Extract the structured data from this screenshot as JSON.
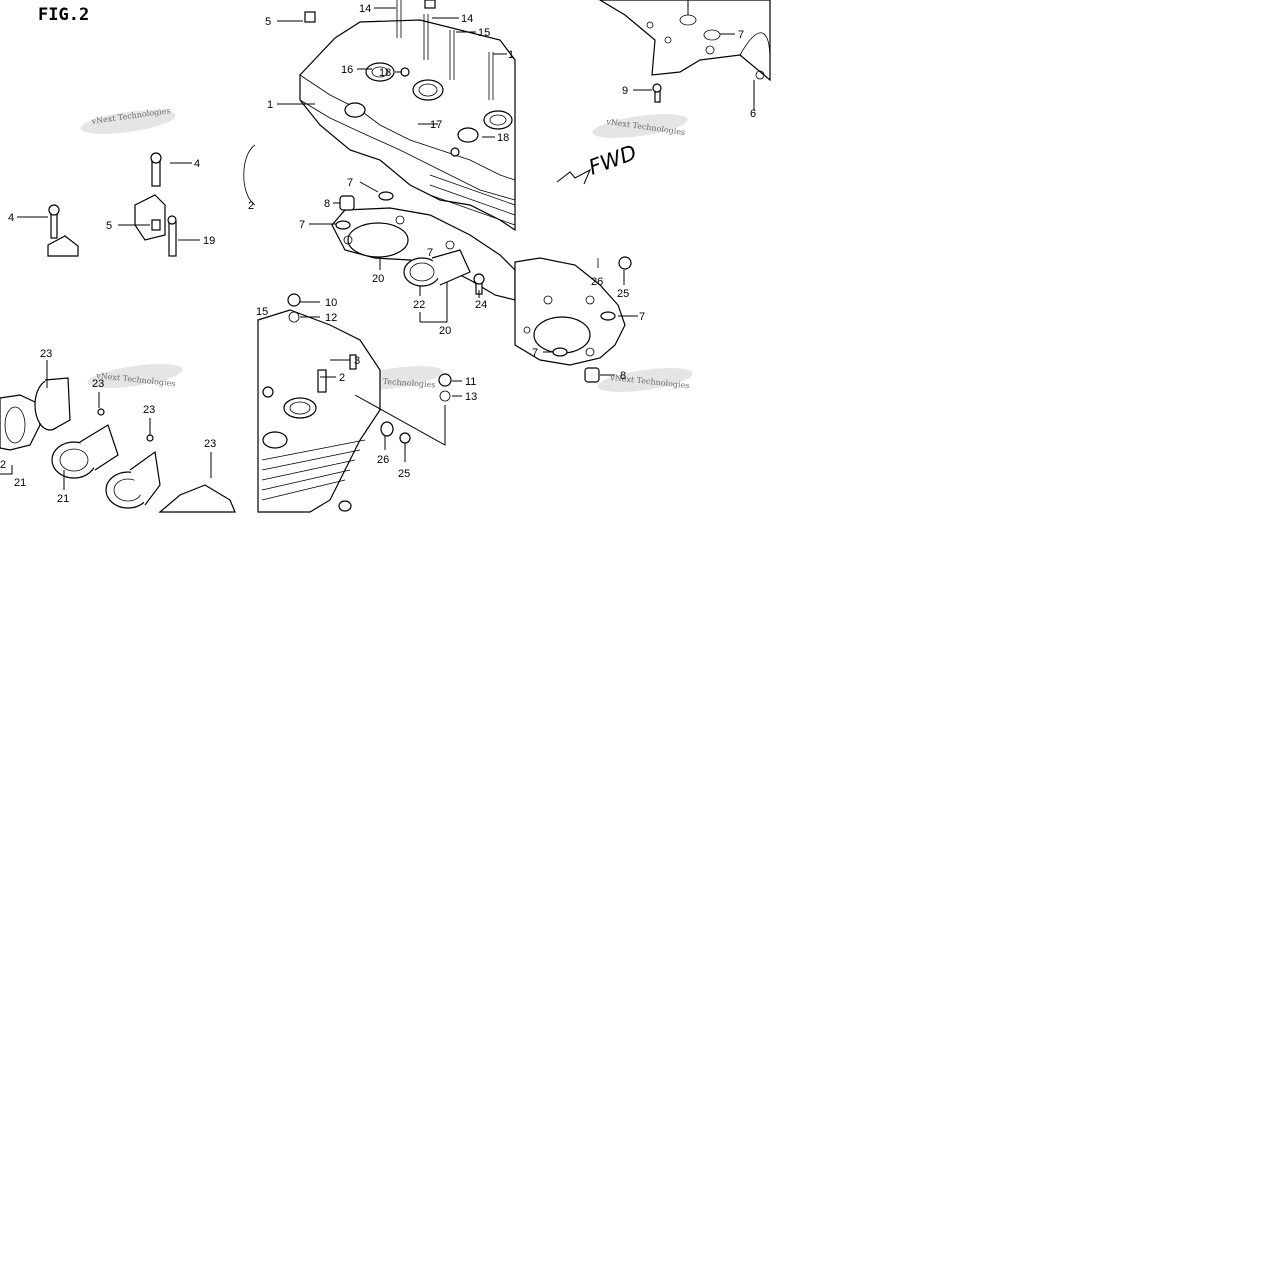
{
  "figure": {
    "title": "FIG.2",
    "fwd_label": "FWD"
  },
  "watermark": {
    "text": "vNext Technologies"
  },
  "callouts": [
    {
      "id": "c1",
      "label": "1"
    },
    {
      "id": "c5a",
      "label": "5"
    },
    {
      "id": "c14a",
      "label": "14"
    },
    {
      "id": "c14b",
      "label": "14"
    },
    {
      "id": "c15a",
      "label": "15"
    },
    {
      "id": "c1b",
      "label": "1"
    },
    {
      "id": "c16",
      "label": "16"
    },
    {
      "id": "c18a",
      "label": "18"
    },
    {
      "id": "c17",
      "label": "17"
    },
    {
      "id": "c18b",
      "label": "18"
    },
    {
      "id": "c4a",
      "label": "4"
    },
    {
      "id": "c4b",
      "label": "4"
    },
    {
      "id": "c5b",
      "label": "5"
    },
    {
      "id": "c19",
      "label": "19"
    },
    {
      "id": "c2a",
      "label": "2"
    },
    {
      "id": "c7a",
      "label": "7"
    },
    {
      "id": "c8a",
      "label": "8"
    },
    {
      "id": "c7b",
      "label": "7"
    },
    {
      "id": "c20a",
      "label": "20"
    },
    {
      "id": "c7c",
      "label": "7"
    },
    {
      "id": "c22a",
      "label": "22"
    },
    {
      "id": "c24",
      "label": "24"
    },
    {
      "id": "c20b",
      "label": "20"
    },
    {
      "id": "c9",
      "label": "9"
    },
    {
      "id": "c6",
      "label": "6"
    },
    {
      "id": "c7d",
      "label": "7"
    },
    {
      "id": "c26a",
      "label": "26"
    },
    {
      "id": "c25a",
      "label": "25"
    },
    {
      "id": "c7e",
      "label": "7"
    },
    {
      "id": "c7f",
      "label": "7"
    },
    {
      "id": "c8b",
      "label": "8"
    },
    {
      "id": "c10",
      "label": "10"
    },
    {
      "id": "c12",
      "label": "12"
    },
    {
      "id": "c15b",
      "label": "15"
    },
    {
      "id": "c3",
      "label": "3"
    },
    {
      "id": "c2b",
      "label": "2"
    },
    {
      "id": "c11",
      "label": "11"
    },
    {
      "id": "c13",
      "label": "13"
    },
    {
      "id": "c26b",
      "label": "26"
    },
    {
      "id": "c25b",
      "label": "25"
    },
    {
      "id": "c23a",
      "label": "23"
    },
    {
      "id": "c23b",
      "label": "23"
    },
    {
      "id": "c23c",
      "label": "23"
    },
    {
      "id": "c23d",
      "label": "23"
    },
    {
      "id": "c22b",
      "label": "2"
    },
    {
      "id": "c21a",
      "label": "21"
    },
    {
      "id": "c21b",
      "label": "21"
    }
  ]
}
